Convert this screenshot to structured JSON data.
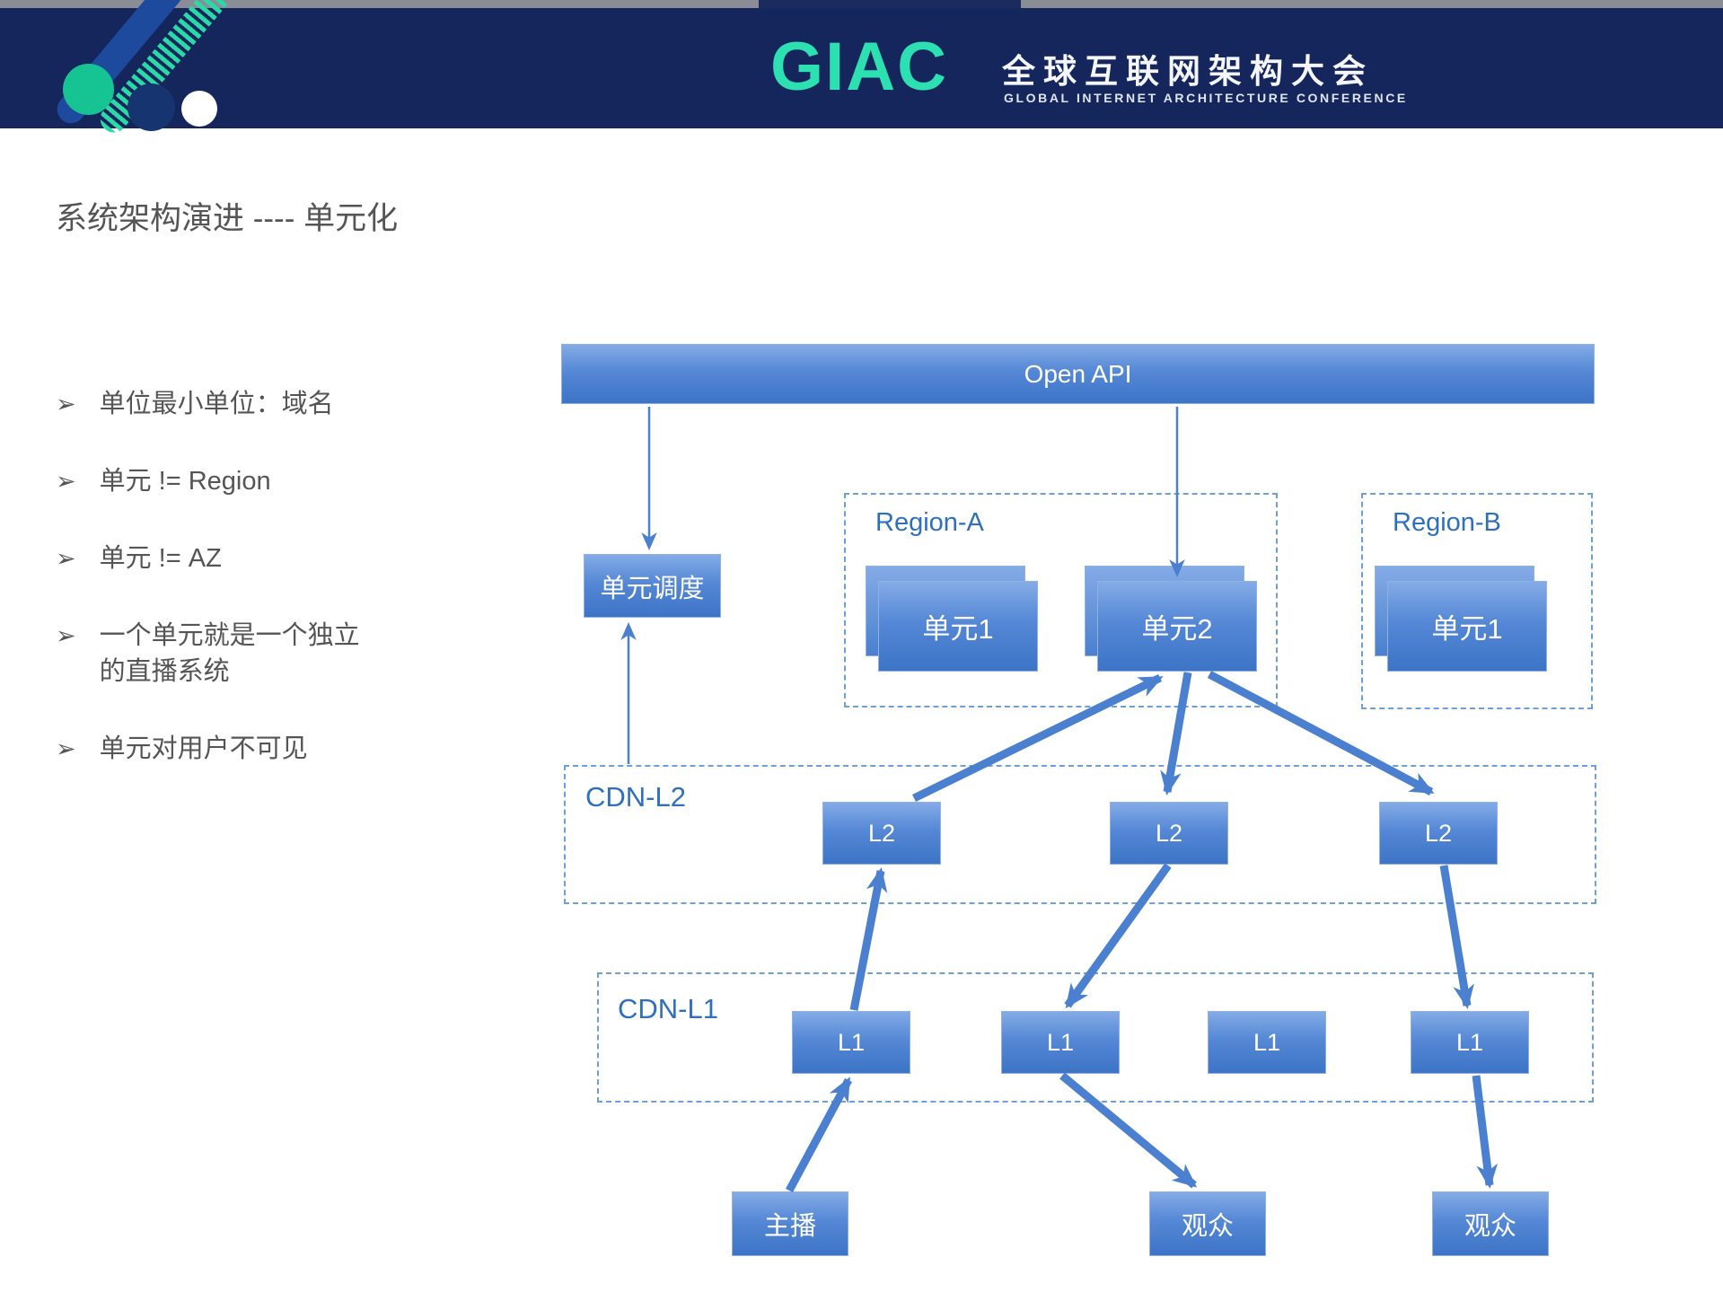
{
  "header": {
    "giac": "GIAC",
    "title_cn": "全球互联网架构大会",
    "title_en": "GLOBAL INTERNET ARCHITECTURE CONFERENCE"
  },
  "slide": {
    "title": "系统架构演进 ---- 单元化",
    "bullet_marker": "➢",
    "bullets": [
      "单位最小单位：域名",
      "单元 != Region",
      "单元 != AZ",
      "一个单元就是一个独立\n的直播系统",
      "单元对用户不可见"
    ]
  },
  "diagram": {
    "open_api": "Open API",
    "scheduler": "单元调度",
    "region_a": {
      "label": "Region-A",
      "units": [
        "单元1",
        "单元2"
      ]
    },
    "region_b": {
      "label": "Region-B",
      "units": [
        "单元1"
      ]
    },
    "cdn_l2": {
      "label": "CDN-L2",
      "nodes": [
        "L2",
        "L2",
        "L2"
      ]
    },
    "cdn_l1": {
      "label": "CDN-L1",
      "nodes": [
        "L1",
        "L1",
        "L1",
        "L1"
      ]
    },
    "endpoints": {
      "broadcaster": "主播",
      "viewer1": "观众",
      "viewer2": "观众"
    }
  },
  "colors": {
    "header_navy": "#14265c",
    "giac_teal": "#2ce0b2",
    "box_blue_top": "#84abe6",
    "box_blue_bottom": "#3d74c6",
    "dashed_border_blue": "#6f9fd8",
    "zone_label_blue": "#2e6fc0",
    "arrow_blue": "#4a80cf",
    "body_text_gray": "#555555"
  }
}
